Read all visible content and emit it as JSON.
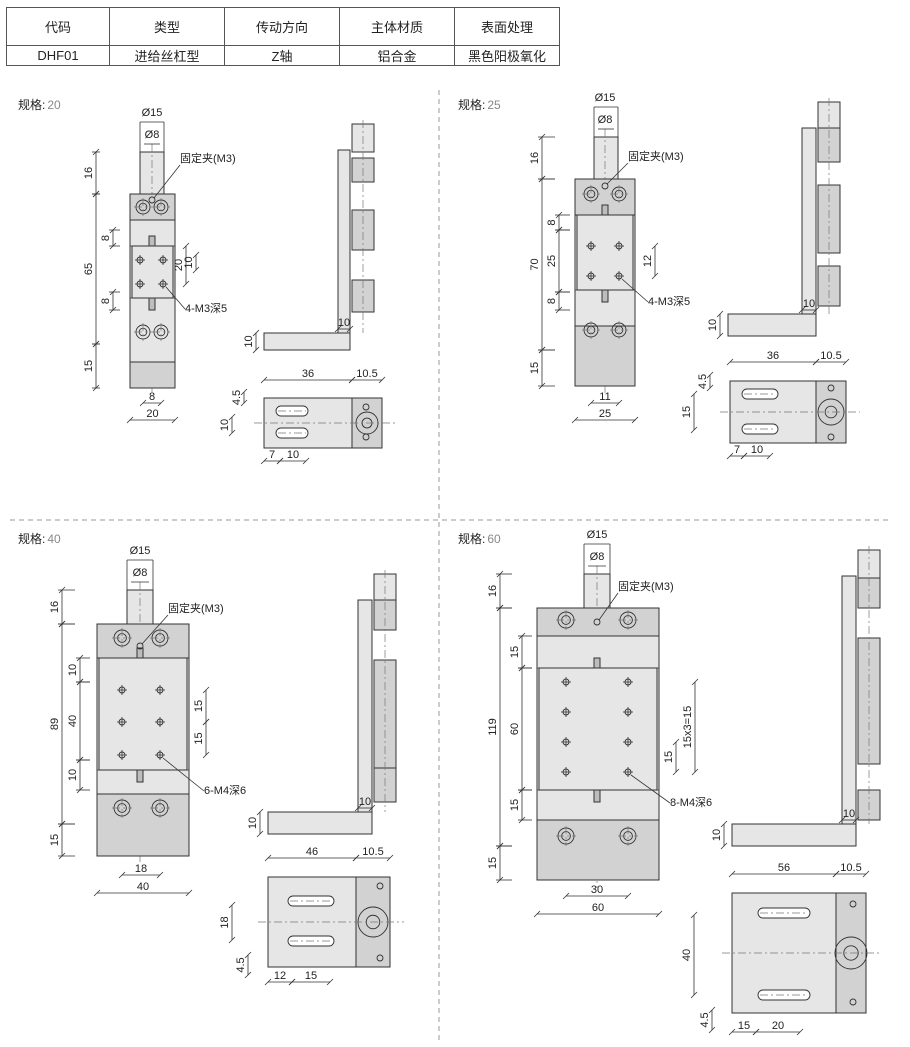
{
  "table": {
    "headers": [
      "代码",
      "类型",
      "传动方向",
      "主体材质",
      "表面处理"
    ],
    "row": [
      "DHF01",
      "进给丝杠型",
      "Z轴",
      "铝合金",
      "黑色阳极氧化"
    ]
  },
  "spec_prefix": "规格:",
  "panels": [
    {
      "spec": "20",
      "labels": {
        "knob_outer": "Ø15",
        "knob_inner": "Ø8",
        "clamp": "固定夹(M3)",
        "tapped": "4-M3深5"
      },
      "front_dims": [
        "16",
        "8",
        "20",
        "10",
        "65",
        "8",
        "15",
        "8",
        "20"
      ],
      "side_dims": [
        "10",
        "10"
      ],
      "top_dims": [
        "36",
        "10.5",
        "4.5",
        "10",
        "7",
        "10"
      ]
    },
    {
      "spec": "25",
      "labels": {
        "knob_outer": "Ø15",
        "knob_inner": "Ø8",
        "clamp": "固定夹(M3)",
        "tapped": "4-M3深5"
      },
      "front_dims": [
        "16",
        "8",
        "25",
        "12",
        "70",
        "8",
        "15",
        "11",
        "25"
      ],
      "side_dims": [
        "10",
        "10"
      ],
      "top_dims": [
        "36",
        "10.5",
        "4.5",
        "15",
        "7",
        "10"
      ]
    },
    {
      "spec": "40",
      "labels": {
        "knob_outer": "Ø15",
        "knob_inner": "Ø8",
        "clamp": "固定夹(M3)",
        "tapped": "6-M4深6"
      },
      "front_dims": [
        "16",
        "10",
        "40",
        "15",
        "15",
        "89",
        "10",
        "15",
        "18",
        "40"
      ],
      "side_dims": [
        "10",
        "10"
      ],
      "top_dims": [
        "46",
        "10.5",
        "18",
        "4.5",
        "12",
        "15"
      ]
    },
    {
      "spec": "60",
      "labels": {
        "knob_outer": "Ø15",
        "knob_inner": "Ø8",
        "clamp": "固定夹(M3)",
        "tapped": "8-M4深6"
      },
      "front_dims": [
        "16",
        "15",
        "60",
        "119",
        "15",
        "15",
        "15x3=15",
        "15",
        "30",
        "60"
      ],
      "side_dims": [
        "10",
        "10"
      ],
      "top_dims": [
        "56",
        "10.5",
        "40",
        "4.5",
        "15",
        "20"
      ]
    }
  ],
  "colors": {
    "body": "#e6e6e6",
    "body_dark": "#d2d2d2",
    "line": "#333333",
    "center": "#777777",
    "divider": "#999999",
    "spec_value": "#888888"
  }
}
